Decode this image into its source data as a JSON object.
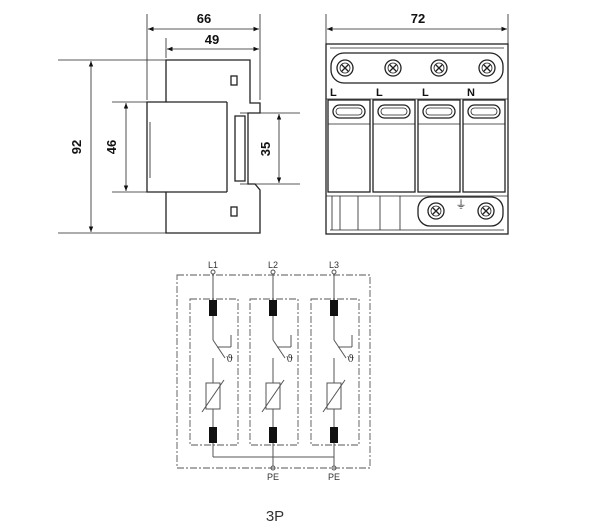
{
  "dimensions": {
    "side_width_outer": "66",
    "side_width_inner": "49",
    "height_total": "92",
    "height_body": "46",
    "height_rail": "35",
    "front_width": "72"
  },
  "front_view": {
    "terminal_labels": [
      "L",
      "L",
      "L",
      "N"
    ],
    "ground_symbol": "⏚"
  },
  "schematic": {
    "line_labels": [
      "L1",
      "L2",
      "L3"
    ],
    "pe_labels": [
      "PE",
      "PE"
    ],
    "thermal_symbol": "ϑ"
  },
  "caption": "3P"
}
